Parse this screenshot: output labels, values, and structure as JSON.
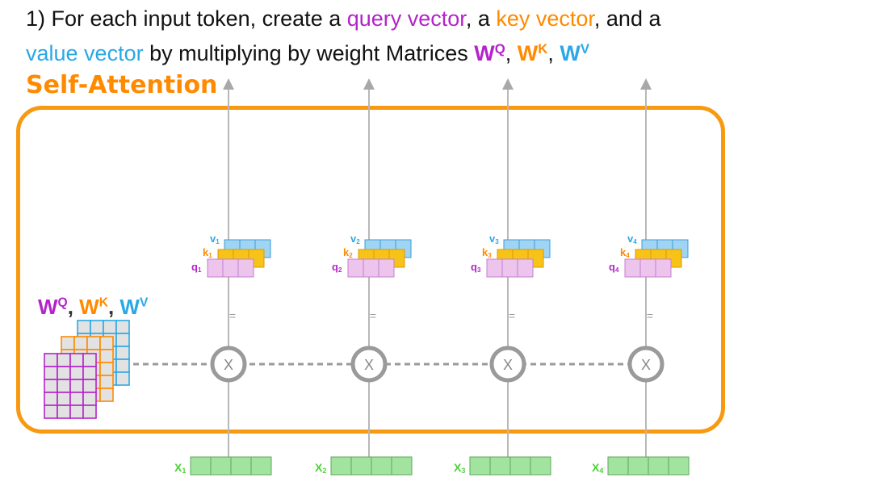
{
  "title": {
    "line1_a": "1) For each input token, create a ",
    "query": "query vector",
    "line1_b": ", a ",
    "key": "key vector",
    "line1_c": ", and a",
    "value": "value vector",
    "line2_a": " by multiplying by weight Matrices ",
    "wq_base": "W",
    "wq_sup": "Q",
    "sep1": ", ",
    "wk_base": "W",
    "wk_sup": "K",
    "sep2": ", ",
    "wv_base": "W",
    "wv_sup": "V"
  },
  "block_label": "Self-Attention",
  "weights_label": {
    "wq_base": "W",
    "wq_sup": "Q",
    "sep1": ", ",
    "wk_base": "W",
    "wk_sup": "K",
    "sep2": ", ",
    "wv_base": "W",
    "wv_sup": "V"
  },
  "colors": {
    "query": "#b324c9",
    "key": "#ff8a00",
    "value": "#2aa8e6",
    "input": "#4cd137",
    "frame": "#f79a12",
    "query_fill": "#ecc4ec",
    "key_fill": "#f7c318",
    "value_fill": "#9fd4f4",
    "input_fill": "#a3e3a0",
    "matrix_fill": "#e2e2e2"
  },
  "tokens": [
    {
      "x_label": "X",
      "x_sub": "1",
      "q_label": "q",
      "q_sub": "1",
      "k_label": "k",
      "k_sub": "1",
      "v_label": "v",
      "v_sub": "1"
    },
    {
      "x_label": "X",
      "x_sub": "2",
      "q_label": "q",
      "q_sub": "2",
      "k_label": "k",
      "k_sub": "2",
      "v_label": "v",
      "v_sub": "2"
    },
    {
      "x_label": "X",
      "x_sub": "3",
      "q_label": "q",
      "q_sub": "3",
      "k_label": "k",
      "k_sub": "3",
      "v_label": "v",
      "v_sub": "3"
    },
    {
      "x_label": "X",
      "x_sub": "4",
      "q_label": "q",
      "q_sub": "4",
      "k_label": "k",
      "k_sub": "4",
      "v_label": "v",
      "v_sub": "4"
    }
  ],
  "multiply_symbol": "X",
  "equals_symbol": "="
}
